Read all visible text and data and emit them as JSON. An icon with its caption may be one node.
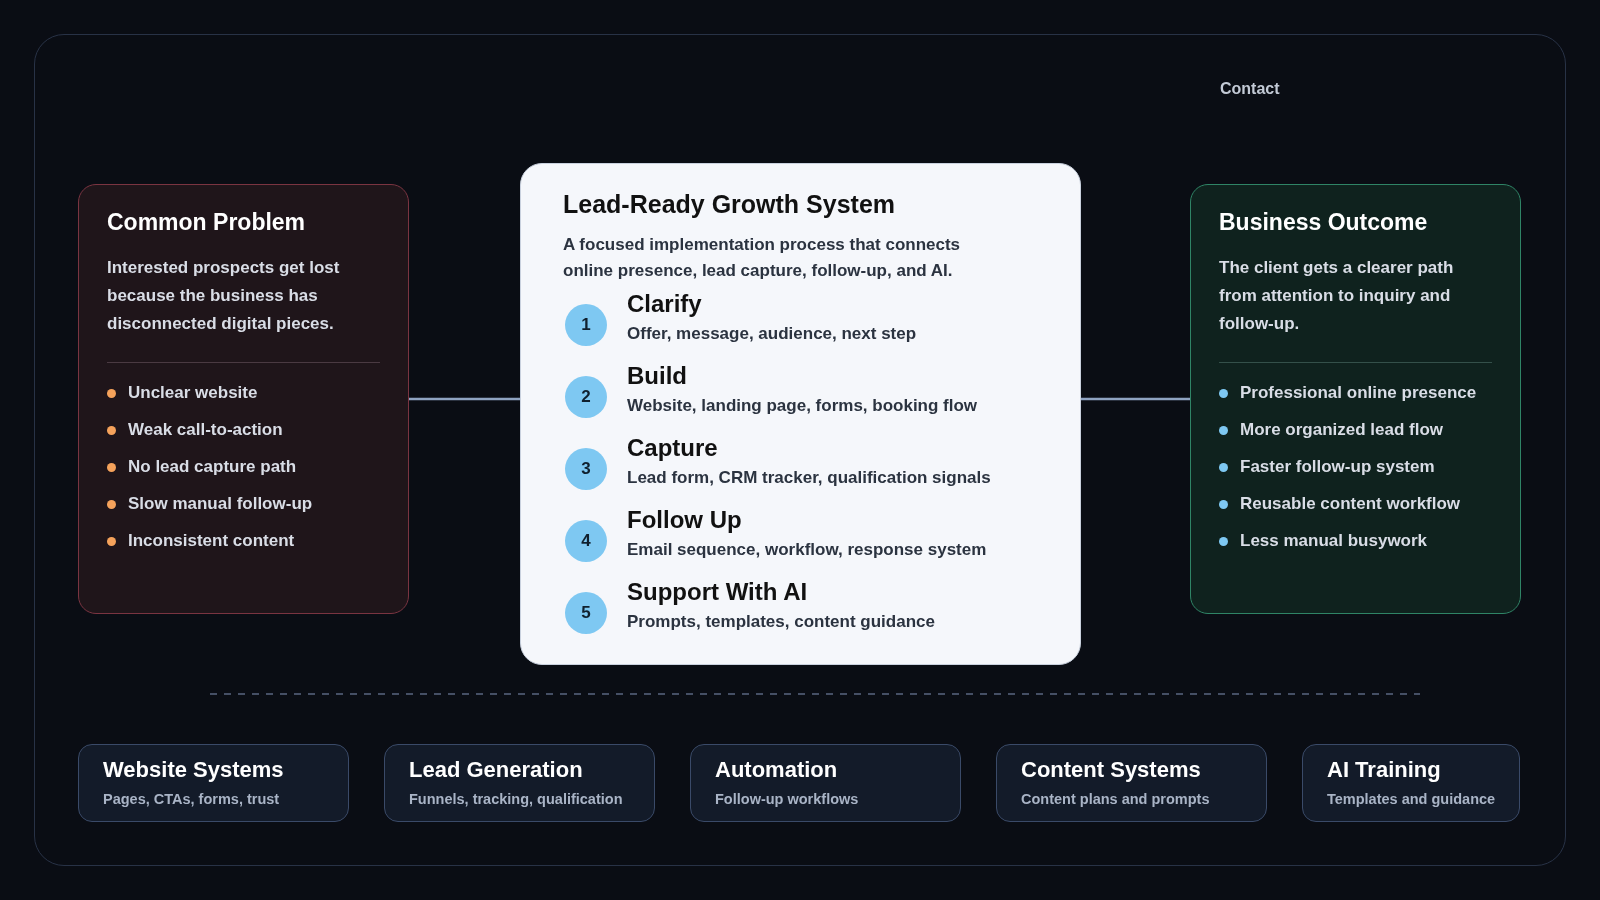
{
  "diagram": {
    "nodes": [
      {
        "text": [
          "Common Problem",
          "Interested prospects get lost because the business has disconnected digital pieces.",
          "Unclear website",
          "Weak call-to-action",
          "No lead capture path",
          "Slow manual follow-up",
          "Inconsistent content"
        ]
      },
      {
        "text": [
          "Lead-Ready Growth System",
          "A focused implementation process that connects online presence, lead capture, follow-up, and AI."
        ]
      },
      {
        "text": [
          "1"
        ],
        "in": 1,
        "beside": [
          "Clarify",
          "Offer, message, audience, next step"
        ]
      },
      {
        "text": [
          "2"
        ],
        "in": 1,
        "beside": [
          "Build",
          "Website, landing page, forms, booking flow"
        ]
      },
      {
        "text": [
          "3"
        ],
        "in": 1,
        "beside": [
          "Capture",
          "Lead form, CRM tracker, qualification signals"
        ]
      },
      {
        "text": [
          "4"
        ],
        "in": 1,
        "beside": [
          "Follow Up",
          "Email sequence, workflow, response system"
        ]
      },
      {
        "text": [
          "5"
        ],
        "in": 1,
        "beside": [
          "Support With AI",
          "Prompts, templates, content guidance"
        ]
      },
      {
        "text": [
          "Business Outcome",
          "The client gets a clearer path from attention to inquiry and follow-up.",
          "Professional online presence",
          "More organized lead flow",
          "Faster follow-up system",
          "Reusable content workflow",
          "Less manual busywork"
        ]
      },
      {
        "text": [
          "Website Systems",
          "Pages, CTAs, forms, trust"
        ]
      },
      {
        "text": [
          "Lead Generation",
          "Funnels, tracking, qualification"
        ]
      },
      {
        "text": [
          "Automation",
          "Follow-up workflows"
        ]
      },
      {
        "text": [
          "Content Systems",
          "Content plans and prompts"
        ]
      },
      {
        "text": [
          "AI Training",
          "Templates and guidance"
        ]
      }
    ],
    "edges": [
      {
        "from": 0,
        "to": 1,
        "arrow": "none"
      },
      {
        "from": 1,
        "to": 7,
        "arrow": "none"
      }
    ],
    "labels": [
      "Contact"
    ]
  }
}
